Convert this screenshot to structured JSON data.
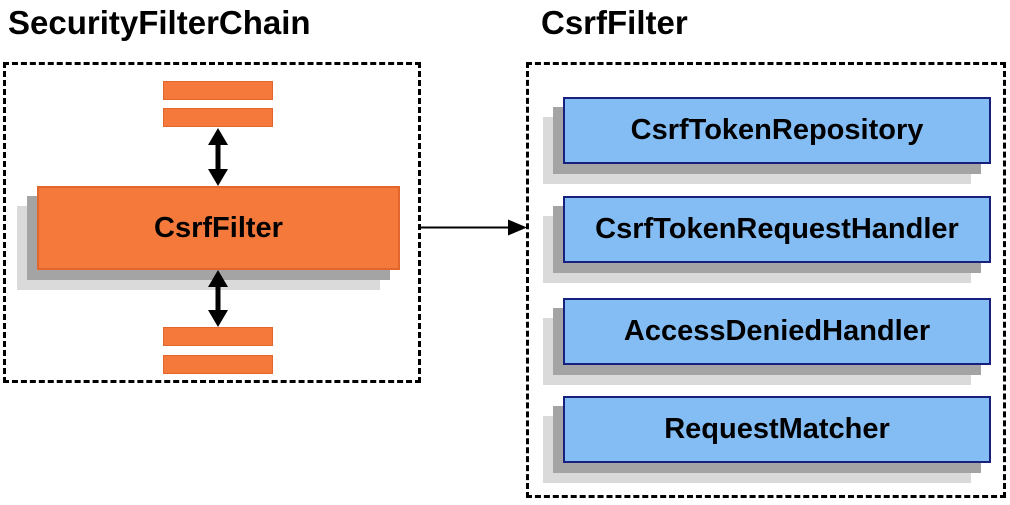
{
  "left_panel": {
    "title": "SecurityFilterChain",
    "filter_label": "CsrfFilter"
  },
  "right_panel": {
    "title": "CsrfFilter",
    "components": [
      {
        "label": "CsrfTokenRepository"
      },
      {
        "label": "CsrfTokenRequestHandler"
      },
      {
        "label": "AccessDeniedHandler"
      },
      {
        "label": "RequestMatcher"
      }
    ]
  },
  "icons": {
    "vertical_double_arrow": "double-headed-arrow",
    "horizontal_arrow": "right-arrow"
  },
  "colors": {
    "bg": "#ffffff",
    "orange_fill": "#f4793b",
    "orange_border": "#e2662d",
    "blue_fill": "#84bcf4",
    "blue_border": "#17217d",
    "shadow_dark": "#a4a4a4",
    "shadow_light": "#dadada",
    "arrow": "#000000",
    "text": "#000000"
  }
}
